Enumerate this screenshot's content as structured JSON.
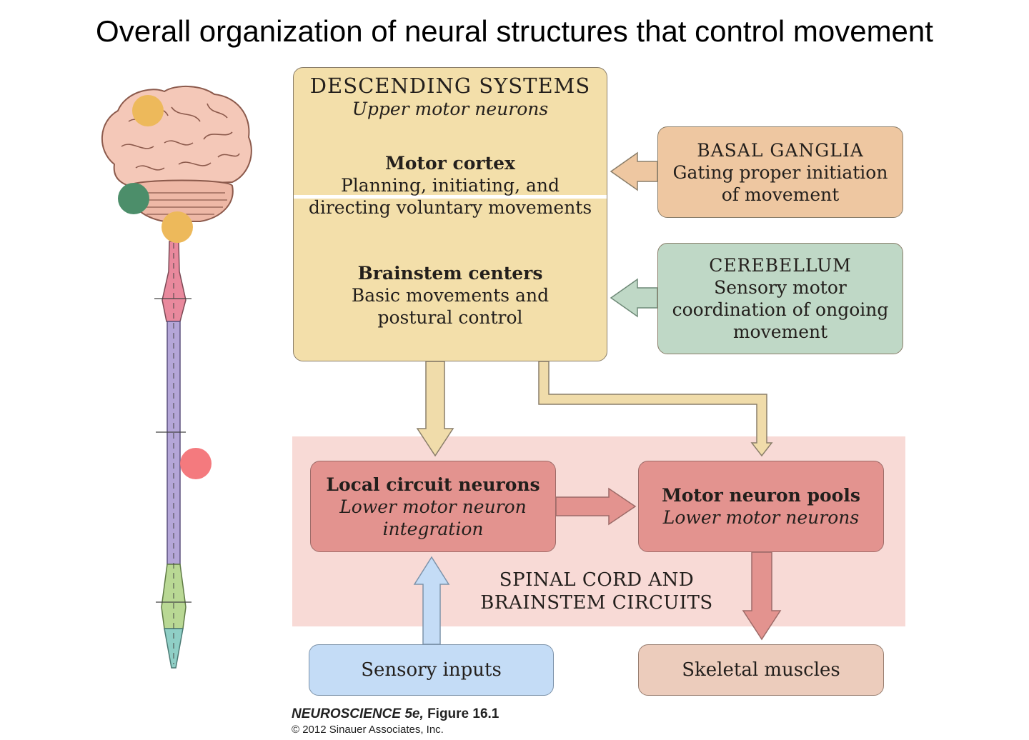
{
  "title": "Overall organization of neural structures that control movement",
  "descending": {
    "heading": "DESCENDING SYSTEMS",
    "subheading": "Upper motor neurons",
    "motor_cortex": {
      "title": "Motor cortex",
      "lines": [
        "Planning, initiating, and",
        "directing voluntary movements"
      ]
    },
    "brainstem": {
      "title": "Brainstem centers",
      "lines": [
        "Basic movements and",
        "postural control"
      ]
    }
  },
  "basal_ganglia": {
    "title": "BASAL GANGLIA",
    "lines": [
      "Gating proper initiation",
      "of movement"
    ]
  },
  "cerebellum": {
    "title": "CEREBELLUM",
    "lines": [
      "Sensory motor",
      "coordination of ongoing",
      "movement"
    ]
  },
  "local_circuit": {
    "title": "Local circuit neurons",
    "lines": [
      "Lower motor neuron",
      "integration"
    ]
  },
  "motor_pools": {
    "title": "Motor neuron pools",
    "lines": [
      "Lower motor neurons"
    ]
  },
  "spinal_label": [
    "SPINAL CORD AND",
    "BRAINSTEM CIRCUITS"
  ],
  "sensory_inputs": "Sensory inputs",
  "skeletal_muscles": "Skeletal muscles",
  "caption": {
    "book": "NEUROSCIENCE 5e,",
    "figure": "Figure 16.1",
    "copyright": "© 2012 Sinauer Associates, Inc."
  },
  "colors": {
    "descending": "#f3dfaa",
    "basal_ganglia": "#eec7a1",
    "cerebellum": "#bfd8c6",
    "spinal_region": "#f8dad6",
    "lower_motor": "#e3938f",
    "sensory": "#c4dcf6",
    "muscles": "#ecccbc",
    "marker_orange": "#edb95b",
    "marker_green": "#4c8e6a",
    "marker_red": "#f47a7e"
  }
}
